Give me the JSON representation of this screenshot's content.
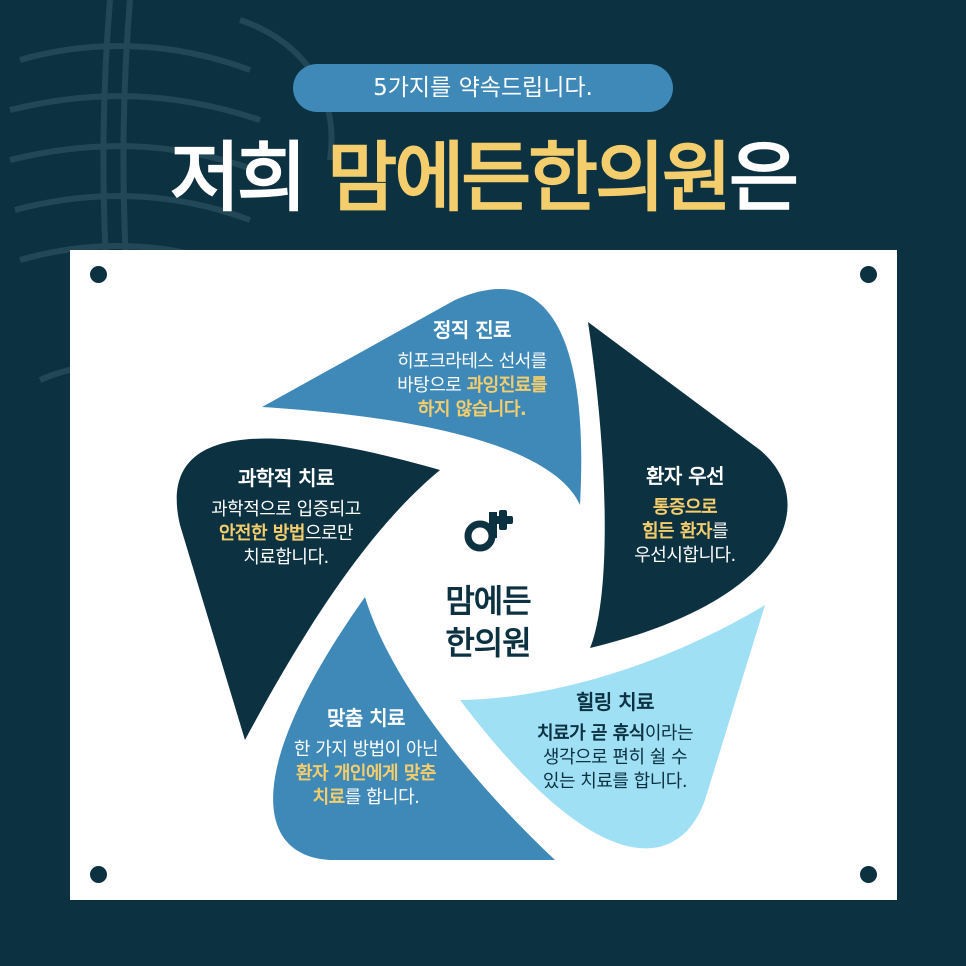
{
  "header": {
    "badge": "5가지를 약속드립니다.",
    "title_prefix": "저희 ",
    "title_brand": "맘에든한의원",
    "title_suffix": "은"
  },
  "colors": {
    "background": "#0c3141",
    "accent": "#f4cd6c",
    "petal_mid": "#3f89b8",
    "petal_light": "#9fe0f5",
    "petal_dark": "#0c3141"
  },
  "center": {
    "line1": "맘에든",
    "line2": "한의원",
    "icon": "clinic-plus-logo-icon"
  },
  "items": {
    "honest": {
      "title": "정직 진료",
      "l1": "히포크라테스 선서를",
      "l2a": "바탕으로 ",
      "l2b": "과잉진료를",
      "l3": "하지 않습니다."
    },
    "patient": {
      "title": "환자 우선",
      "l1": "통증으로",
      "l2a": "힘든 환자",
      "l2b": "를",
      "l3": "우선시합니다."
    },
    "healing": {
      "title": "힐링 치료",
      "l1a": "치료가 곧 휴식",
      "l1b": "이라는",
      "l2": "생각으로 편히 쉴 수",
      "l3": "있는 치료를 합니다."
    },
    "custom": {
      "title": "맞춤 치료",
      "l1": "한 가지 방법이 아닌",
      "l2": "환자 개인에게 맞춘",
      "l3a": "치료",
      "l3b": "를 합니다."
    },
    "science": {
      "title": "과학적 치료",
      "l1": "과학적으로 입증되고",
      "l2a": "안전한 방법",
      "l2b": "으로만",
      "l3": "치료합니다."
    }
  }
}
